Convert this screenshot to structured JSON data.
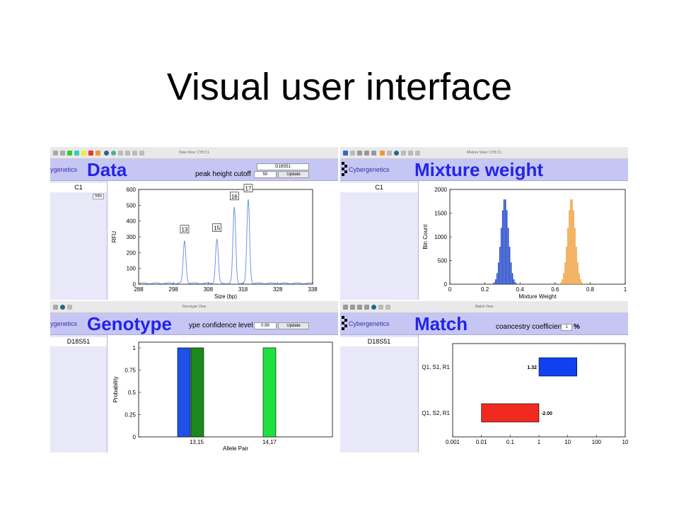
{
  "slide_title": "Visual user interface",
  "panels": {
    "data": {
      "label": "Data",
      "brand": "ygenetics",
      "window_title": "Data View: CY8 C1",
      "sidebar_item": "C1",
      "info_label": "Info",
      "control_label": "peak height cutoff",
      "locus_value": "D18S51",
      "cutoff_value": "50",
      "update_label": "Update",
      "chart_data": {
        "type": "line",
        "xlabel": "Size (bp)",
        "ylabel": "RFU",
        "xlim": [
          288,
          338
        ],
        "ylim": [
          0,
          600
        ],
        "x_ticks": [
          288,
          298,
          308,
          318,
          328,
          338
        ],
        "y_ticks": [
          0,
          100,
          200,
          300,
          400,
          500,
          600
        ],
        "peaks": [
          {
            "label": "13",
            "x": 301.2,
            "y": 270
          },
          {
            "label": "15",
            "x": 310.5,
            "y": 280
          },
          {
            "label": "16",
            "x": 315.5,
            "y": 480
          },
          {
            "label": "17",
            "x": 319.5,
            "y": 530
          }
        ],
        "color": "#6f96e6"
      }
    },
    "mixture": {
      "label": "Mixture weight",
      "brand": "Cybergenetics",
      "window_title": "Mixture View: CY8 C1",
      "sidebar_item": "C1",
      "chart_data": {
        "type": "bar",
        "xlabel": "Mixture Weight",
        "ylabel": "Bin Count",
        "xlim": [
          0,
          1
        ],
        "ylim": [
          0,
          2000
        ],
        "x_ticks": [
          "0",
          "0.2",
          "0.4",
          "0.6",
          "0.8",
          "1"
        ],
        "y_ticks": [
          0,
          500,
          1000,
          1500,
          2000
        ],
        "series": [
          {
            "center": 0.31,
            "spread": 0.028,
            "peak": 1820,
            "color": "#2046c8"
          },
          {
            "center": 0.69,
            "spread": 0.028,
            "peak": 1820,
            "color": "#f0a040"
          }
        ]
      }
    },
    "genotype": {
      "label": "Genotype",
      "brand": "ygenetics",
      "window_title": "Genotype View",
      "sidebar_item": "D18S51",
      "control_label": "ype confidence level",
      "level_value": "0.99",
      "update_label": "Update",
      "chart_data": {
        "type": "bar",
        "xlabel": "Allele Pair",
        "ylabel": "Probability",
        "ylim": [
          0,
          1
        ],
        "y_ticks": [
          "0",
          "0.25",
          "0.5",
          "0.75",
          "1"
        ],
        "categories": [
          "13,15",
          "14,17"
        ],
        "bars": [
          {
            "category": "13,15",
            "value": 1.0,
            "color": "#2050e8"
          },
          {
            "category": "13,15",
            "value": 1.0,
            "color": "#1a8a1a"
          },
          {
            "category": "14,17",
            "value": 1.0,
            "color": "#20e040"
          }
        ]
      }
    },
    "match": {
      "label": "Match",
      "brand": "Cybergenetics",
      "window_title": "Match View",
      "sidebar_item": "D18S51",
      "control_label": "coancestry coefficient",
      "coef_value": "1",
      "coef_unit": "%",
      "chart_data": {
        "type": "bar",
        "orientation": "horizontal",
        "scale": "log",
        "xlim": [
          0.001,
          1000
        ],
        "x_ticks": [
          "0.001",
          "0.01",
          "0.1",
          "1",
          "10",
          "100",
          "10"
        ],
        "categories": [
          "Q1, S1, R1",
          "Q1, S2, R1"
        ],
        "values": [
          1.32,
          -2.0
        ],
        "value_labels": [
          "1.32",
          "-2.00"
        ],
        "colors": [
          "#1040f0",
          "#f02a20"
        ]
      }
    }
  }
}
